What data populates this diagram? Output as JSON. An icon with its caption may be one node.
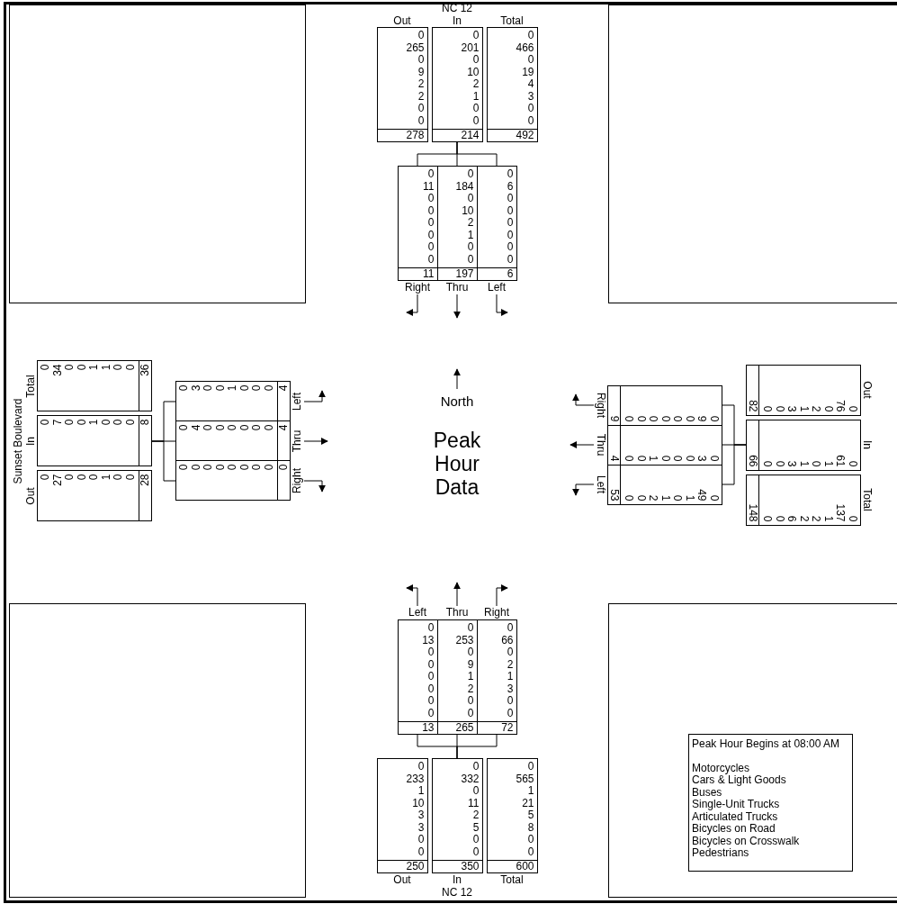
{
  "diagram": {
    "nodes": [
      {
        "text": [
          "Out",
          "0",
          "265",
          "0",
          "9",
          "2",
          "2",
          "0",
          "0",
          "278"
        ]
      },
      {
        "text": [
          "In",
          "0",
          "201",
          "0",
          "10",
          "2",
          "1",
          "0",
          "0",
          "214"
        ]
      },
      {
        "text": [
          "Total",
          "0",
          "466",
          "0",
          "19",
          "4",
          "3",
          "0",
          "0",
          "492"
        ]
      },
      {
        "text": [
          "0",
          "11",
          "0",
          "0",
          "0",
          "0",
          "0",
          "0",
          "11"
        ]
      },
      {
        "text": [
          "0",
          "184",
          "0",
          "10",
          "2",
          "1",
          "0",
          "0",
          "197"
        ]
      },
      {
        "text": [
          "0",
          "6",
          "0",
          "0",
          "0",
          "0",
          "0",
          "0",
          "6"
        ]
      },
      {
        "text": [
          "Right"
        ]
      },
      {
        "text": [
          "Thru"
        ]
      },
      {
        "text": [
          "Left"
        ]
      },
      {
        "text": [
          "Out",
          "0",
          "27",
          "0",
          "0",
          "0",
          "1",
          "0",
          "0",
          "28"
        ]
      },
      {
        "text": [
          "In",
          "0",
          "7",
          "0",
          "0",
          "1",
          "0",
          "0",
          "0",
          "8"
        ]
      },
      {
        "text": [
          "Total",
          "0",
          "34",
          "0",
          "0",
          "1",
          "1",
          "0",
          "0",
          "36"
        ]
      },
      {
        "text": [
          "0",
          "0",
          "0",
          "0",
          "0",
          "0",
          "0",
          "0",
          "0"
        ]
      },
      {
        "text": [
          "0",
          "4",
          "0",
          "0",
          "0",
          "0",
          "0",
          "0",
          "4"
        ]
      },
      {
        "text": [
          "0",
          "3",
          "0",
          "0",
          "1",
          "0",
          "0",
          "0",
          "4"
        ]
      },
      {
        "text": [
          "Right"
        ]
      },
      {
        "text": [
          "Thru"
        ]
      },
      {
        "text": [
          "Left"
        ]
      },
      {
        "text": [
          "Out",
          "0",
          "76",
          "0",
          "2",
          "1",
          "3",
          "0",
          "0",
          "82"
        ]
      },
      {
        "text": [
          "In",
          "0",
          "61",
          "1",
          "0",
          "1",
          "3",
          "0",
          "0",
          "66"
        ]
      },
      {
        "text": [
          "Total",
          "0",
          "137",
          "1",
          "2",
          "2",
          "6",
          "0",
          "0",
          "148"
        ]
      },
      {
        "text": [
          "0",
          "9",
          "0",
          "0",
          "0",
          "0",
          "0",
          "0",
          "9"
        ]
      },
      {
        "text": [
          "0",
          "3",
          "0",
          "0",
          "0",
          "1",
          "0",
          "0",
          "4"
        ]
      },
      {
        "text": [
          "0",
          "49",
          "1",
          "0",
          "1",
          "2",
          "0",
          "0",
          "53"
        ]
      },
      {
        "text": [
          "Right"
        ]
      },
      {
        "text": [
          "Thru"
        ]
      },
      {
        "text": [
          "Left"
        ]
      },
      {
        "text": [
          "Out",
          "0",
          "233",
          "1",
          "10",
          "3",
          "3",
          "0",
          "0",
          "250"
        ]
      },
      {
        "text": [
          "In",
          "0",
          "332",
          "0",
          "11",
          "2",
          "5",
          "0",
          "0",
          "350"
        ]
      },
      {
        "text": [
          "Total",
          "0",
          "565",
          "1",
          "21",
          "5",
          "8",
          "0",
          "0",
          "600"
        ]
      },
      {
        "text": [
          "0",
          "13",
          "0",
          "0",
          "0",
          "0",
          "0",
          "0",
          "13"
        ]
      },
      {
        "text": [
          "0",
          "253",
          "0",
          "9",
          "1",
          "2",
          "0",
          "0",
          "265"
        ]
      },
      {
        "text": [
          "0",
          "66",
          "0",
          "2",
          "1",
          "3",
          "0",
          "0",
          "72"
        ]
      },
      {
        "text": [
          "Left"
        ]
      },
      {
        "text": [
          "Thru"
        ]
      },
      {
        "text": [
          "Right"
        ]
      },
      {
        "text": [],
        "shape": "box"
      },
      {
        "text": [],
        "shape": "box"
      },
      {
        "text": [],
        "shape": "box"
      },
      {
        "text": [],
        "shape": "box"
      },
      {
        "text": [
          "Peak Hour Begins at 08:00 AM",
          "Motorcycles",
          "Cars & Light Goods",
          "Buses",
          "Single-Unit Trucks",
          "Articulated Trucks",
          "Bicycles on Road",
          "Bicycles on Crosswalk",
          "Pedestrians"
        ],
        "in": 39
      }
    ],
    "edges": [
      {
        "from": 1,
        "to": 3,
        "arrow": "none"
      },
      {
        "from": 1,
        "to": 4,
        "arrow": "none"
      },
      {
        "from": 1,
        "to": 5,
        "arrow": "none"
      },
      {
        "from": 6,
        "to": null,
        "arrow": "to"
      },
      {
        "from": 7,
        "to": null,
        "arrow": "to"
      },
      {
        "from": 8,
        "to": null,
        "arrow": "to"
      },
      {
        "from": 10,
        "to": 12,
        "arrow": "none"
      },
      {
        "from": 10,
        "to": 13,
        "arrow": "none"
      },
      {
        "from": 10,
        "to": 14,
        "arrow": "none"
      },
      {
        "from": 15,
        "to": null,
        "arrow": "to"
      },
      {
        "from": 16,
        "to": null,
        "arrow": "to"
      },
      {
        "from": 17,
        "to": null,
        "arrow": "to"
      },
      {
        "from": 19,
        "to": 21,
        "arrow": "none"
      },
      {
        "from": 19,
        "to": 22,
        "arrow": "none"
      },
      {
        "from": 19,
        "to": 23,
        "arrow": "none"
      },
      {
        "from": 24,
        "to": null,
        "arrow": "to"
      },
      {
        "from": 25,
        "to": null,
        "arrow": "to"
      },
      {
        "from": 26,
        "to": null,
        "arrow": "to"
      },
      {
        "from": 28,
        "to": 30,
        "arrow": "none"
      },
      {
        "from": 28,
        "to": 31,
        "arrow": "none"
      },
      {
        "from": 28,
        "to": 32,
        "arrow": "none"
      },
      {
        "from": 33,
        "to": null,
        "arrow": "to"
      },
      {
        "from": 34,
        "to": null,
        "arrow": "to"
      },
      {
        "from": 35,
        "to": null,
        "arrow": "to"
      }
    ],
    "labels": [
      "NC 12",
      "North",
      "Sunset Boulevard",
      "Peak Hour Data",
      "NC 12"
    ]
  }
}
